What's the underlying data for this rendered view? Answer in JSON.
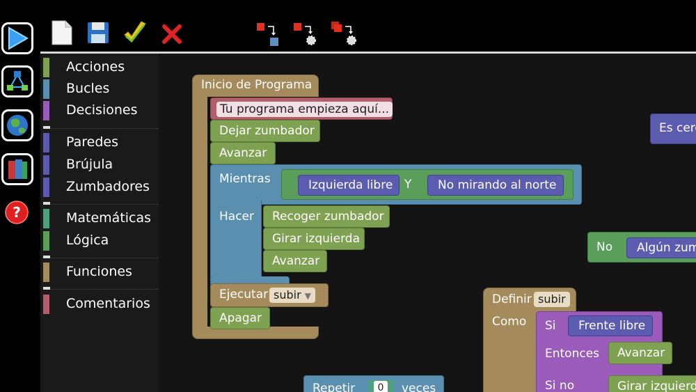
{
  "nav": [
    {
      "name": "run-icon"
    },
    {
      "name": "tree-icon"
    },
    {
      "name": "globe-icon"
    },
    {
      "name": "books-icon"
    },
    {
      "name": "help-icon"
    }
  ],
  "toolbar": [
    {
      "name": "new-file-icon"
    },
    {
      "name": "save-icon"
    },
    {
      "name": "check-icon"
    },
    {
      "name": "delete-icon"
    },
    {
      "name": "step-in-icon"
    },
    {
      "name": "step-over-icon"
    },
    {
      "name": "step-out-icon"
    }
  ],
  "categories": {
    "acciones": "Acciones",
    "bucles": "Bucles",
    "decisiones": "Decisiones",
    "paredes": "Paredes",
    "brujula": "Brújula",
    "zumbadores": "Zumbadores",
    "matematicas": "Matemáticas",
    "logica": "Lógica",
    "funciones": "Funciones",
    "comentarios": "Comentarios"
  },
  "colors": {
    "acciones": "#7fa252",
    "bucles": "#5b8fb0",
    "decisiones": "#9a5bba",
    "paredes": "#5b5bb0",
    "brujula": "#5b5bb0",
    "zumbadores": "#5b5bb0",
    "matematicas": "#4da07a",
    "logica": "#5b9e5b",
    "funciones": "#a58a5c",
    "comentarios": "#b0606a"
  },
  "program": {
    "inicio": "Inicio de Programa",
    "comment": "Tu programa empieza aquí...",
    "dejar": "Dejar zumbador",
    "avanzar1": "Avanzar",
    "mientras": "Mientras",
    "izquierda_libre": "Izquierda libre",
    "y": "Y",
    "no_norte": "No mirando al norte",
    "hacer": "Hacer",
    "recoger": "Recoger zumbador",
    "girar": "Girar izquierda",
    "avanzar2": "Avanzar",
    "ejecutar": "Ejecutar",
    "ejecutar_val": "subir",
    "apagar": "Apagar"
  },
  "other": {
    "es_cero": "Es cero",
    "no": "No",
    "algun": "Algún zum",
    "definir": "Definir",
    "definir_val": "subir",
    "como": "Como",
    "si": "Si",
    "frente_libre": "Frente libre",
    "entonces": "Entonces",
    "avanzar3": "Avanzar",
    "si_no": "Si no",
    "girar2": "Girar izquierda",
    "repetir": "Repetir",
    "repetir_val": "0",
    "veces": "veces"
  }
}
